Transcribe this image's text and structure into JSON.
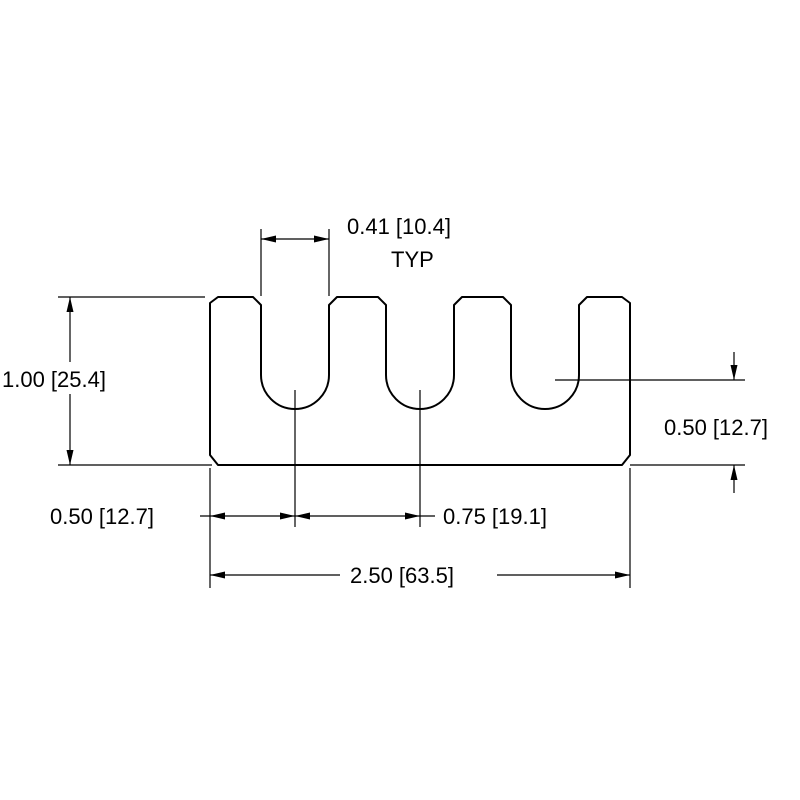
{
  "dimensions": {
    "slot_width": "0.41 [10.4]",
    "slot_width_note": "TYP",
    "overall_height": "1.00 [25.4]",
    "slot_depth": "0.50 [12.7]",
    "first_slot_offset": "0.50 [12.7]",
    "slot_pitch": "0.75 [19.1]",
    "overall_width": "2.50 [63.5]"
  },
  "colors": {
    "line": "#000000",
    "background": "#ffffff"
  }
}
